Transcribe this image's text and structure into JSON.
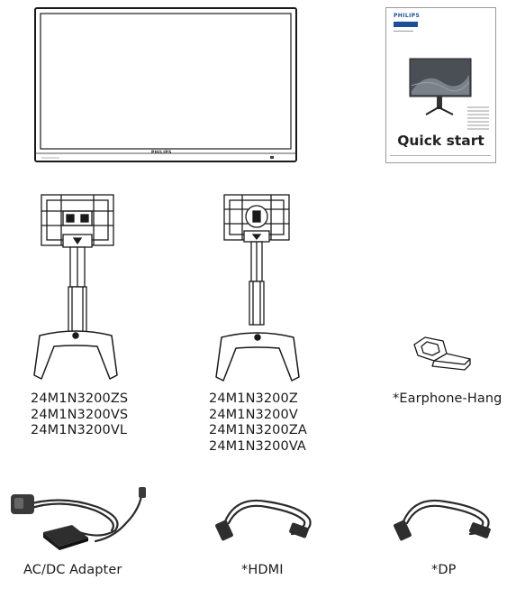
{
  "monitor": {
    "brand_label": "PHILIPS"
  },
  "quick_start": {
    "brand": "PHILIPS",
    "title": "Quick start"
  },
  "stand_groups": [
    {
      "models": [
        "24M1N3200ZS",
        "24M1N3200VS",
        "24M1N3200VL"
      ]
    },
    {
      "models": [
        "24M1N3200Z",
        "24M1N3200V",
        "24M1N3200ZA",
        "24M1N3200VA"
      ]
    }
  ],
  "accessories": {
    "earphone_hang": "*Earphone-Hang",
    "ac_dc_adapter": "AC/DC Adapter",
    "hdmi": "*HDMI",
    "dp": "*DP"
  }
}
